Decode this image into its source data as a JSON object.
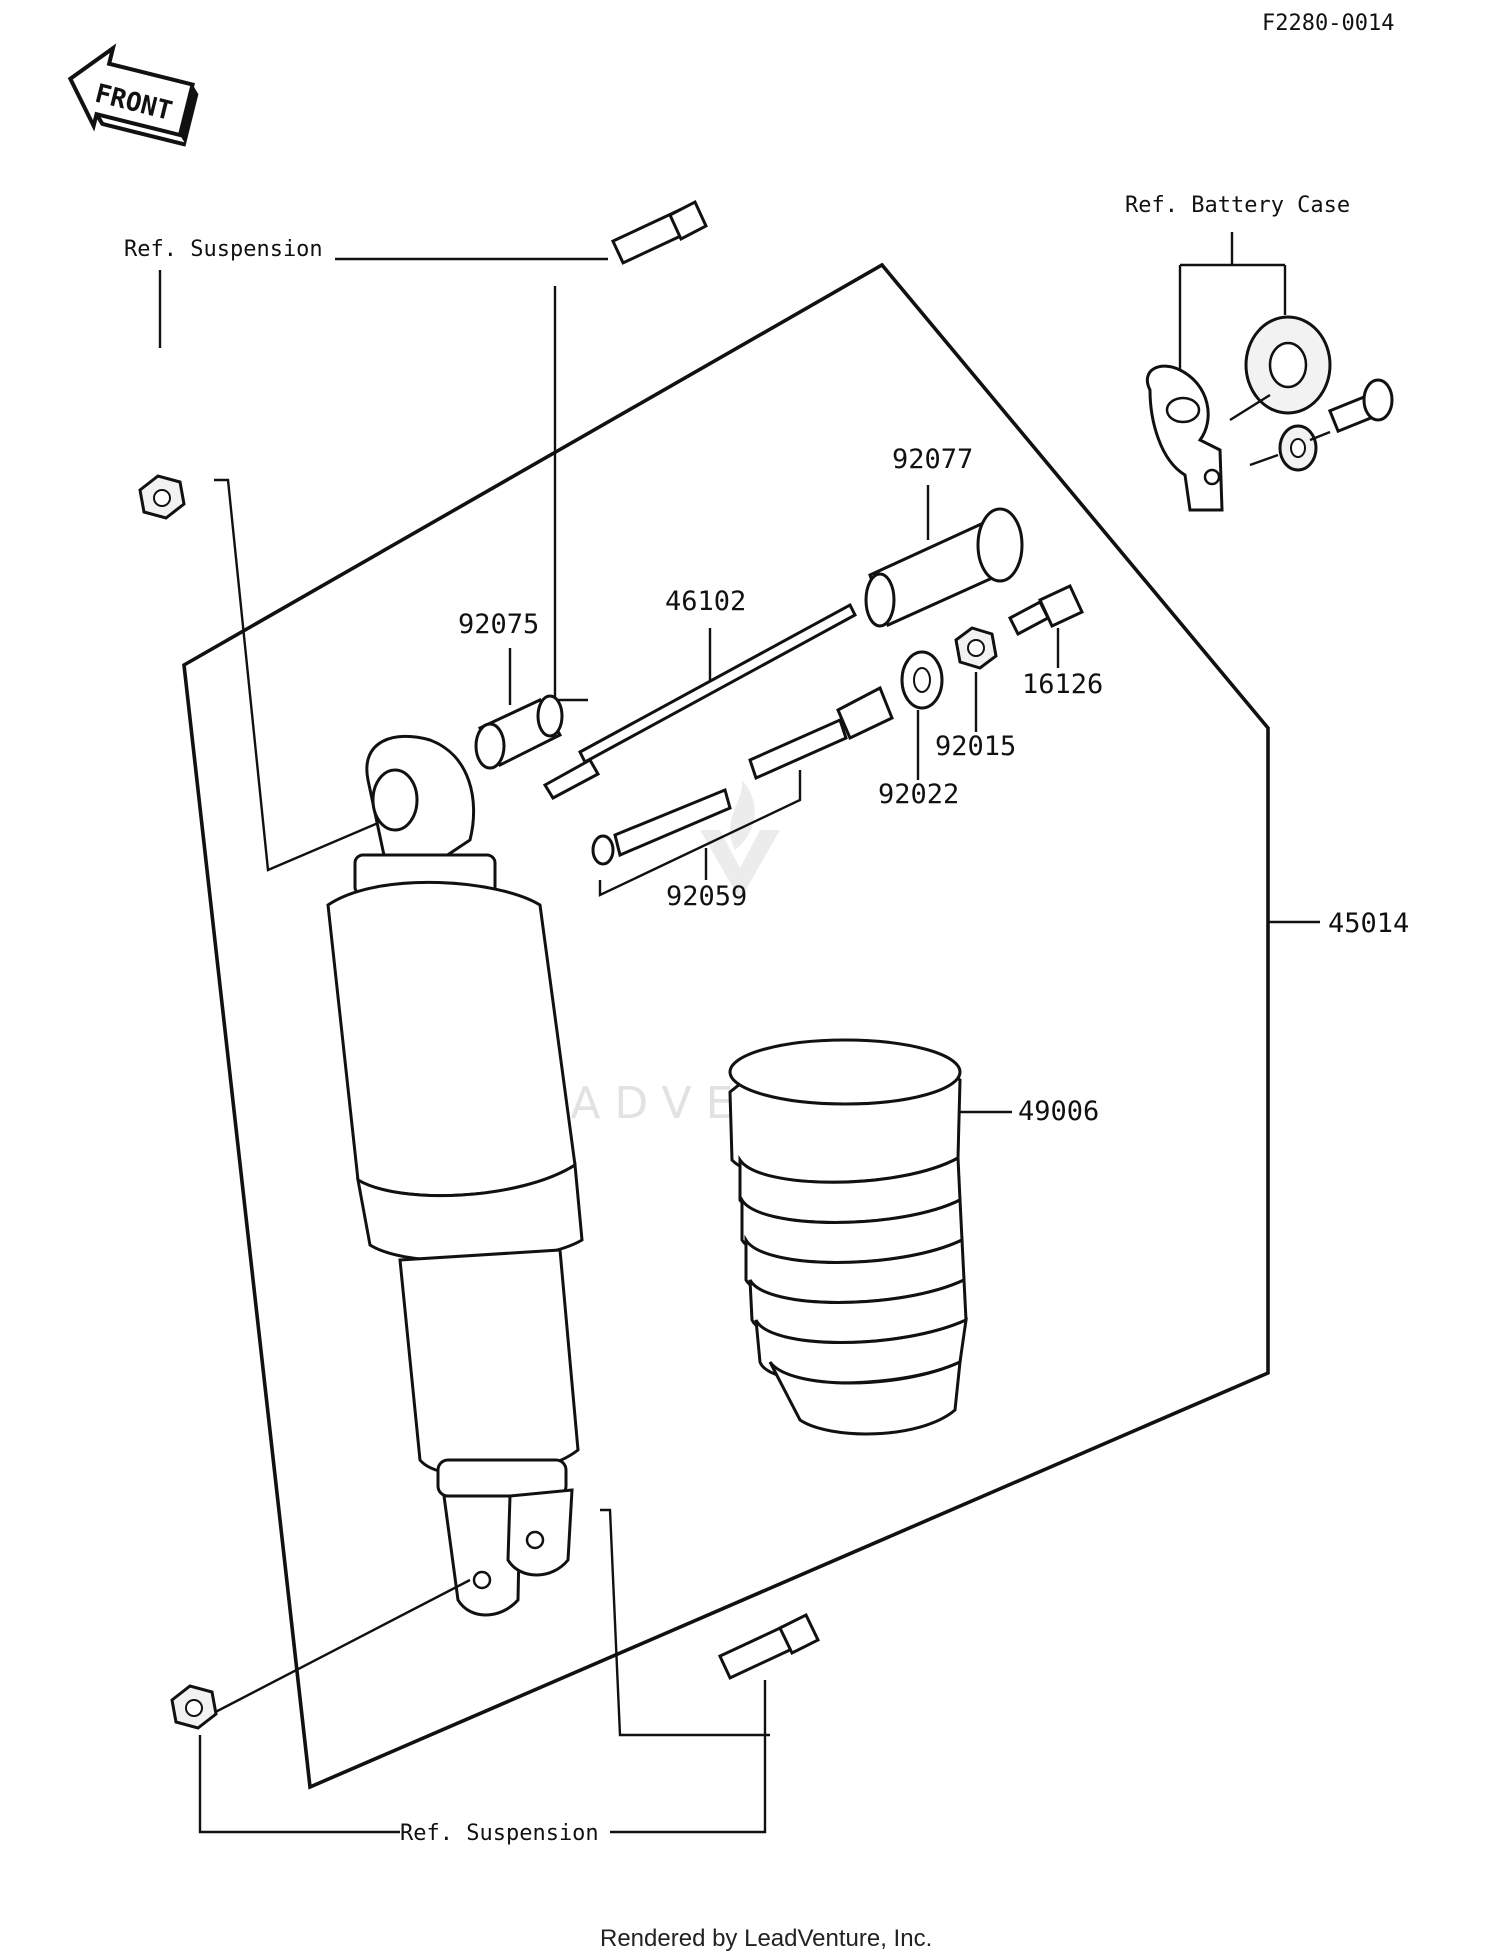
{
  "diagram": {
    "code": "F2280-0014",
    "front_badge": "FRONT",
    "watermark": "LEADVENTURE",
    "footer": "Rendered by LeadVenture, Inc.",
    "refs": {
      "suspension_top": "Ref. Suspension",
      "suspension_bottom": "Ref. Suspension",
      "battery_case": "Ref. Battery Case"
    },
    "parts": [
      {
        "id": "p92077",
        "label": "92077"
      },
      {
        "id": "p46102",
        "label": "46102"
      },
      {
        "id": "p92075",
        "label": "92075"
      },
      {
        "id": "p16126",
        "label": "16126"
      },
      {
        "id": "p92015",
        "label": "92015"
      },
      {
        "id": "p92022",
        "label": "92022"
      },
      {
        "id": "p92059",
        "label": "92059"
      },
      {
        "id": "p45014",
        "label": "45014"
      },
      {
        "id": "p49006",
        "label": "49006"
      }
    ]
  }
}
